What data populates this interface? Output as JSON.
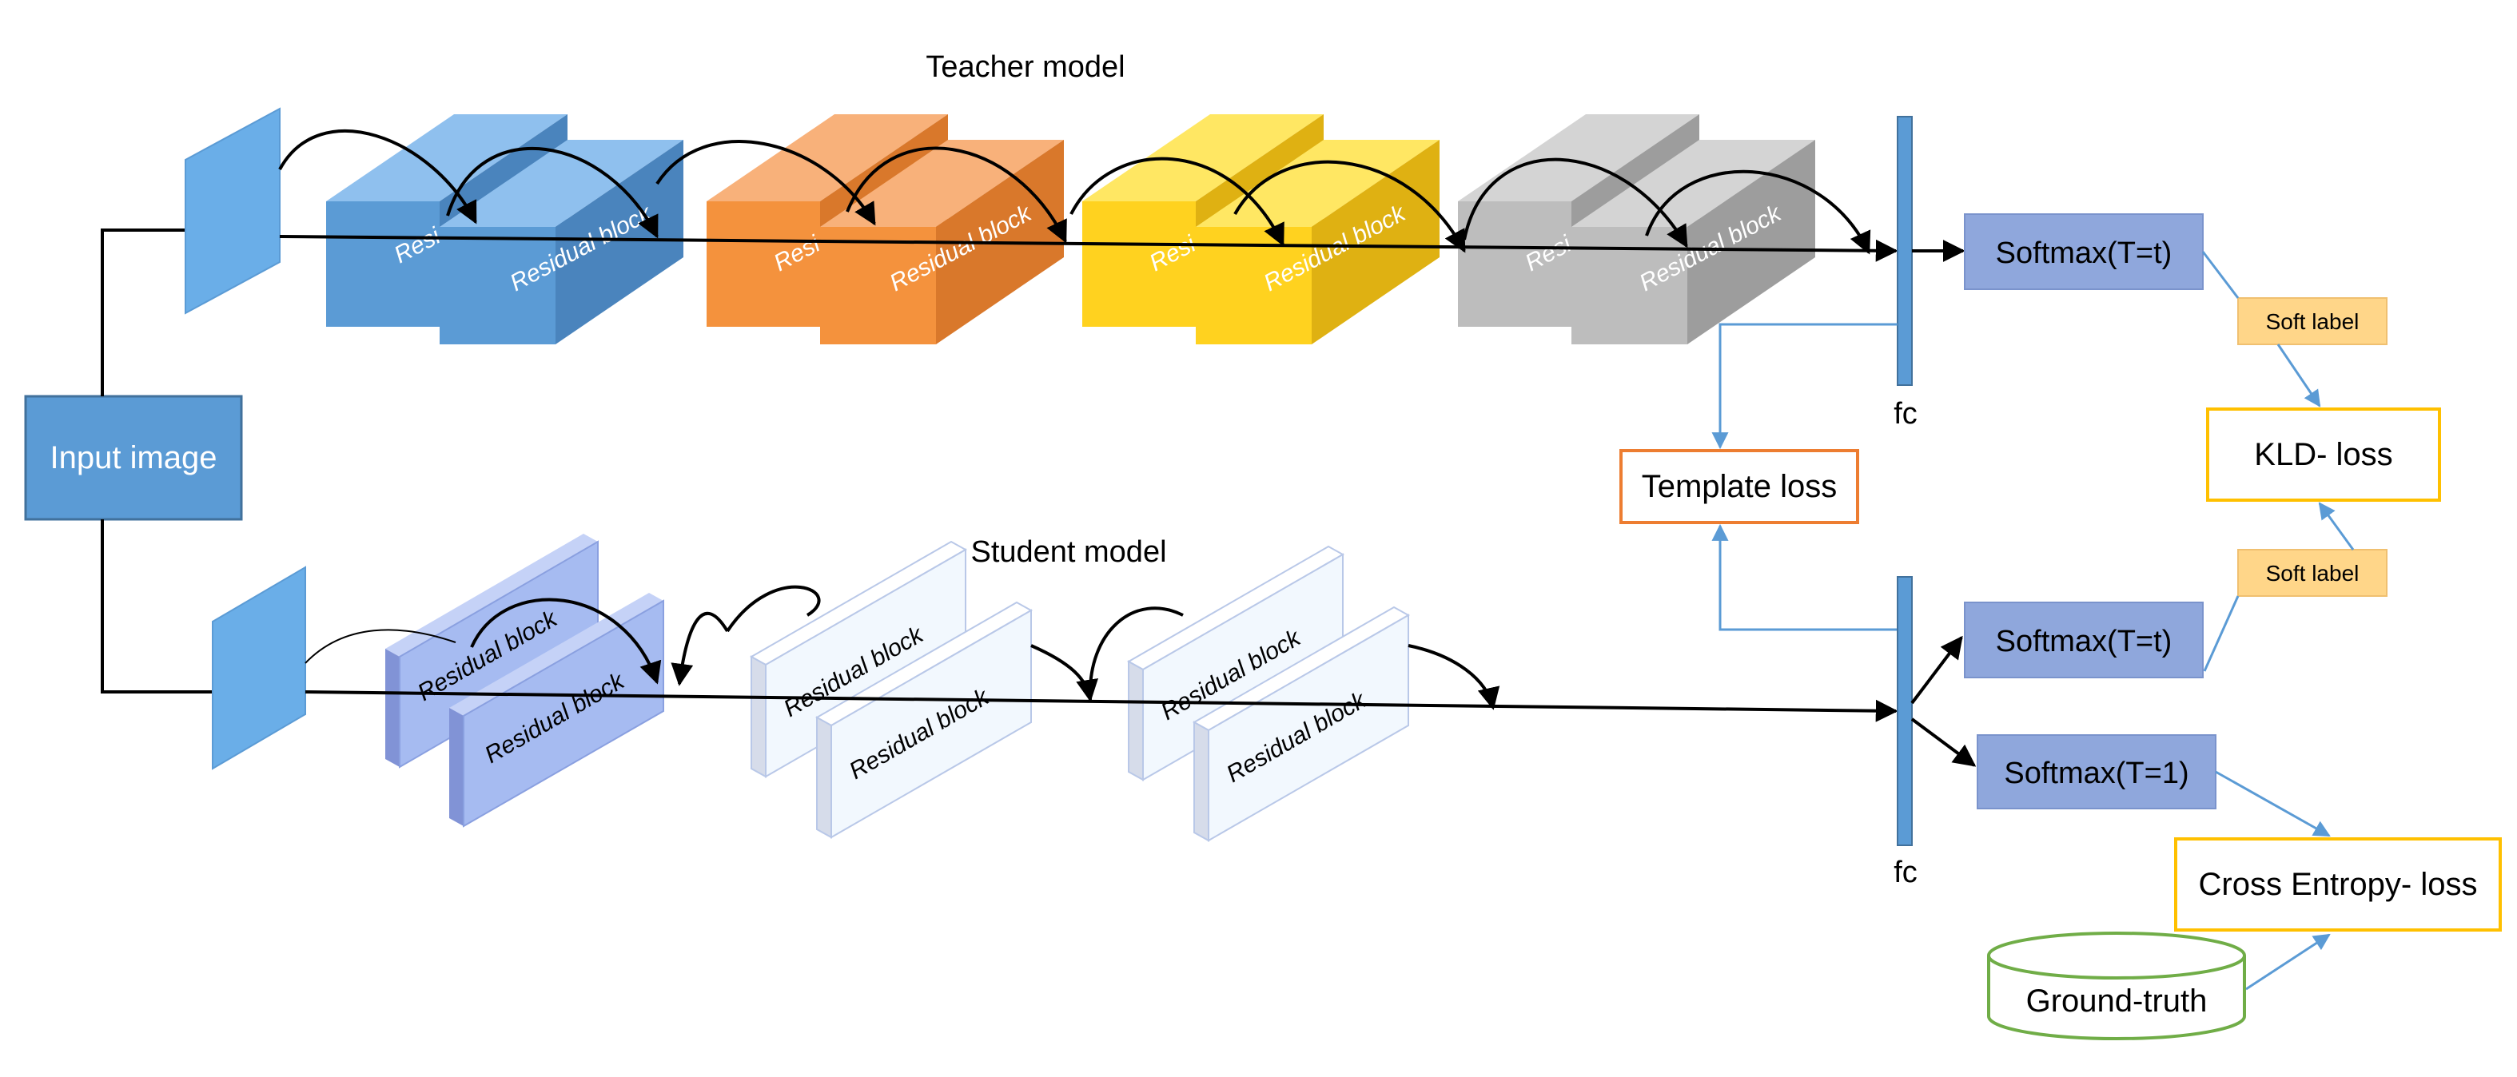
{
  "teacher": {
    "title": "Teacher model",
    "block_label": "Residual block",
    "block_label_short": "Resi"
  },
  "student": {
    "title": "Student model",
    "block_label": "Residual block"
  },
  "input": {
    "label": "Input image"
  },
  "fc_label": "fc",
  "softmax": {
    "teacher": "Softmax(T=t)",
    "student_t": "Softmax(T=t)",
    "student_1": "Softmax(T=1)"
  },
  "soft_label": "Soft label",
  "losses": {
    "kld": "KLD- loss",
    "template": "Template loss",
    "cross_entropy": "Cross Entropy- loss"
  },
  "ground_truth": "Ground-truth",
  "colors": {
    "blue_front": "#5b9bd5",
    "blue_top": "#8fc0ee",
    "blue_side": "#4a84bd",
    "orange_front": "#f4923d",
    "orange_top": "#f8b17a",
    "orange_side": "#d9782b",
    "yellow_front": "#ffd21f",
    "yellow_top": "#ffe763",
    "yellow_side": "#dfb112",
    "gray_front": "#bdbdbd",
    "gray_top": "#d4d4d4",
    "gray_side": "#9d9d9d",
    "student1_front": "#a6bbf1",
    "student2_front": "#f2f8fe",
    "softmax_fill": "#8fa7dc",
    "soft_label_fill": "#ffd689",
    "kld_border": "#ffc000",
    "template_border": "#ed7d31",
    "ground_truth_border": "#70ad47",
    "connector_blue": "#5b9bd5"
  }
}
